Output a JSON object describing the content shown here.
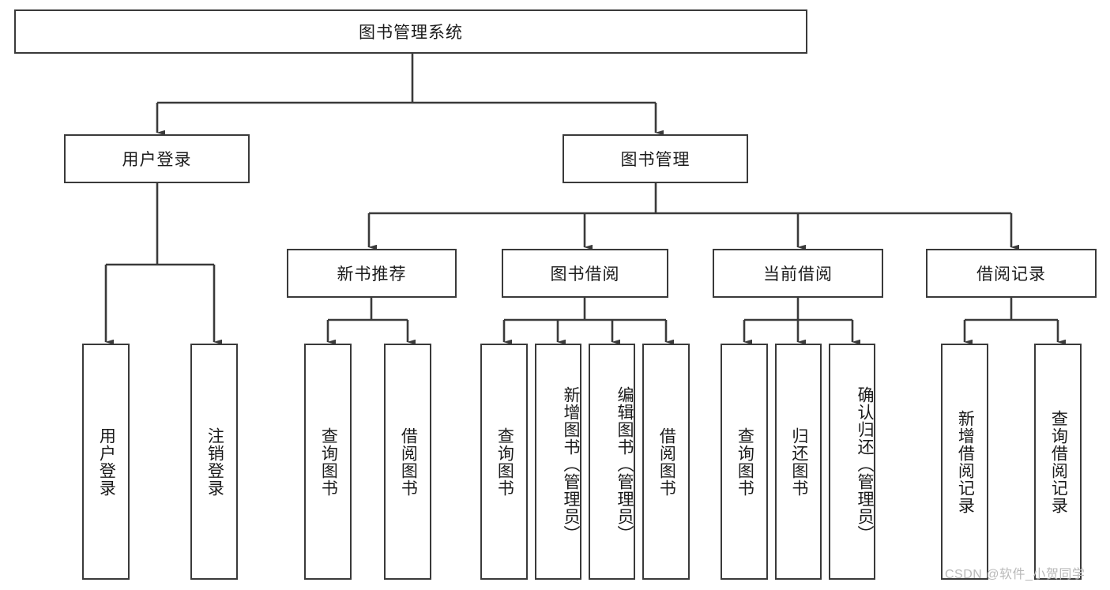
{
  "diagram": {
    "title": "图书管理系统",
    "type": "hierarchy-tree",
    "root": {
      "label": "图书管理系统"
    },
    "level2": [
      {
        "label": "用户登录"
      },
      {
        "label": "图书管理"
      }
    ],
    "level3": [
      {
        "label": "新书推荐"
      },
      {
        "label": "图书借阅"
      },
      {
        "label": "当前借阅"
      },
      {
        "label": "借阅记录"
      }
    ],
    "leaves": {
      "user_login": [
        {
          "label": "用户登录"
        },
        {
          "label": "注销登录"
        }
      ],
      "new_book_recommend": [
        {
          "label": "查询图书"
        },
        {
          "label": "借阅图书"
        }
      ],
      "book_borrow": [
        {
          "label": "查询图书"
        },
        {
          "label": "新增图书（管理员）"
        },
        {
          "label": "编辑图书（管理员）"
        },
        {
          "label": "借阅图书"
        }
      ],
      "current_borrow": [
        {
          "label": "查询图书"
        },
        {
          "label": "归还图书"
        },
        {
          "label": "确认归还（管理员）"
        }
      ],
      "borrow_record": [
        {
          "label": "新增借阅记录"
        },
        {
          "label": "查询借阅记录"
        }
      ]
    },
    "colors": {
      "box_border": "#3a3a3a",
      "box_fill": "#ffffff",
      "line": "#3a3a3a",
      "text": "#1b1b1b",
      "watermark": "#b9b9b9"
    }
  },
  "watermark": {
    "text": "CSDN @软件_小贺同学"
  }
}
